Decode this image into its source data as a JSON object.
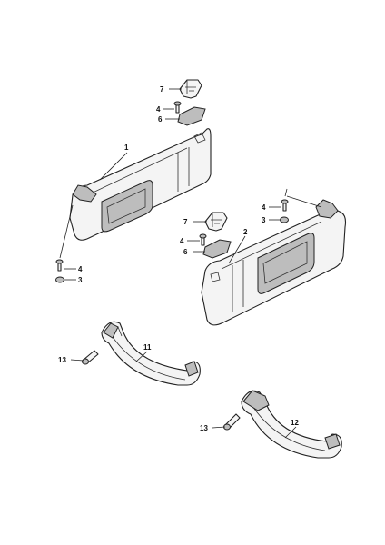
{
  "callouts": {
    "c1": "1",
    "c2": "2",
    "c3a": "3",
    "c3b": "3",
    "c4a": "4",
    "c4b": "4",
    "c4c": "4",
    "c4d": "4",
    "c6a": "6",
    "c6b": "6",
    "c7a": "7",
    "c7b": "7",
    "c11": "11",
    "c12": "12",
    "c13a": "13",
    "c13b": "13"
  }
}
